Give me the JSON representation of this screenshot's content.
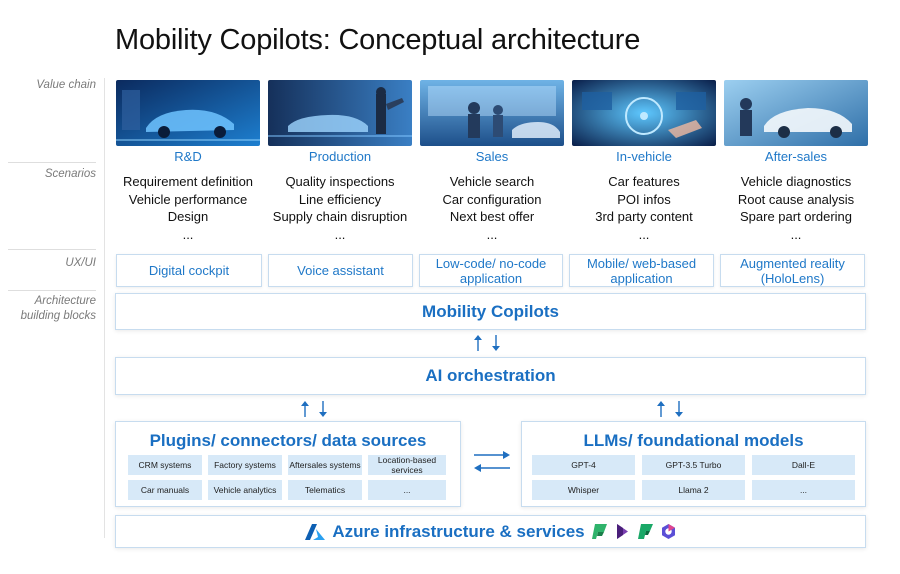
{
  "title": "Mobility Copilots: Conceptual architecture",
  "row_labels": {
    "value_chain": "Value chain",
    "scenarios": "Scenarios",
    "ux_ui": "UX/UI",
    "architecture": "Architecture building blocks"
  },
  "value_chain": [
    "R&D",
    "Production",
    "Sales",
    "In-vehicle",
    "After-sales"
  ],
  "scenarios": [
    [
      "Requirement definition",
      "Vehicle performance",
      "Design",
      "..."
    ],
    [
      "Quality inspections",
      "Line efficiency",
      "Supply chain disruption",
      "..."
    ],
    [
      "Vehicle search",
      "Car configuration",
      "Next best offer",
      "..."
    ],
    [
      "Car features",
      "POI infos",
      "3rd party content",
      "..."
    ],
    [
      "Vehicle diagnostics",
      "Root cause analysis",
      "Spare part ordering",
      "..."
    ]
  ],
  "ux_ui": [
    "Digital cockpit",
    "Voice assistant",
    "Low-code/ no-code application",
    "Mobile/ web-based application",
    "Augmented reality (HoloLens)"
  ],
  "blocks": {
    "copilots": "Mobility Copilots",
    "orchestration": "AI orchestration",
    "plugins_title": "Plugins/ connectors/ data sources",
    "plugins": [
      "CRM systems",
      "Factory systems",
      "Aftersales systems",
      "Location-based services",
      "Car manuals",
      "Vehicle analytics",
      "Telematics",
      "..."
    ],
    "llms_title": "LLMs/ foundational models",
    "llms": [
      "GPT-4",
      "GPT-3.5 Turbo",
      "Dall-E",
      "Whisper",
      "Llama 2",
      "..."
    ],
    "azure": "Azure infrastructure & services"
  },
  "colors": {
    "accent_blue": "#1a6fc2",
    "cell_fill": "#d7e9f8",
    "border": "#c7dcef"
  }
}
